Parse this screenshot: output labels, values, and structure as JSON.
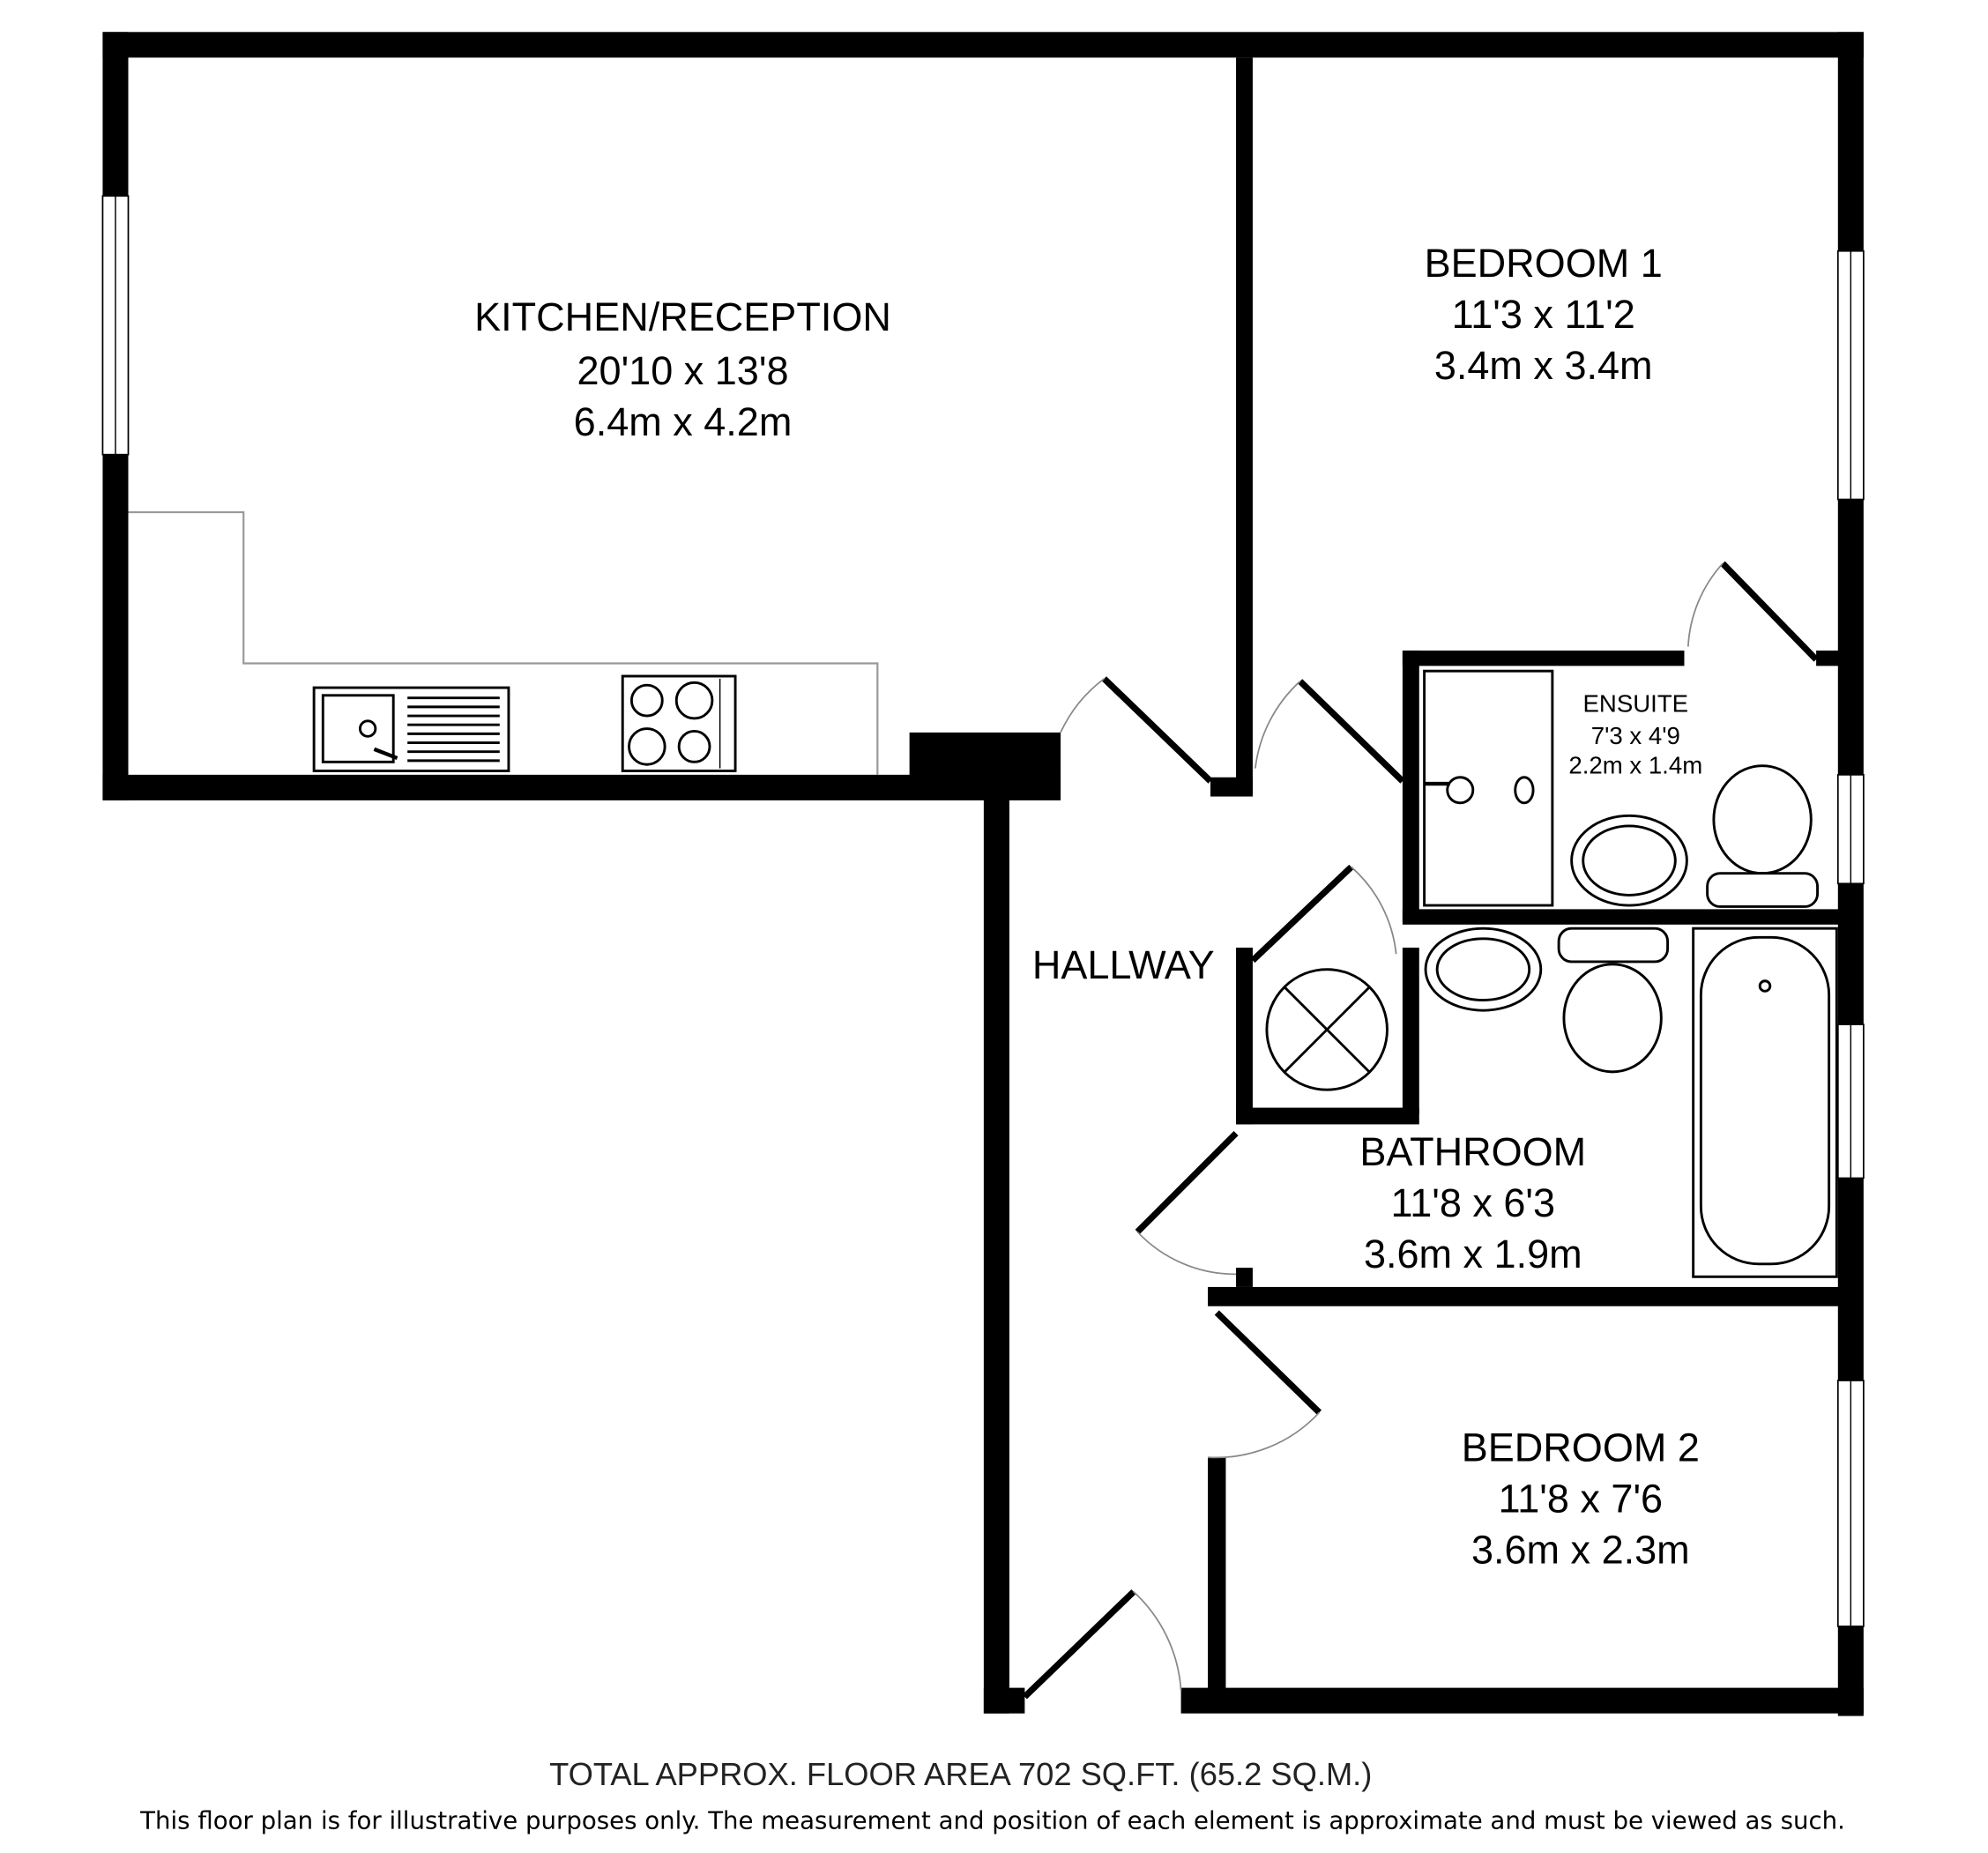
{
  "rooms": {
    "kitchen": {
      "name": "KITCHEN/RECEPTION",
      "imperial": "20'10 x 13'8",
      "metric": "6.4m x 4.2m"
    },
    "bedroom1": {
      "name": "BEDROOM 1",
      "imperial": "11'3 x 11'2",
      "metric": "3.4m x 3.4m"
    },
    "ensuite": {
      "name": "ENSUITE",
      "imperial": "7'3 x 4'9",
      "metric": "2.2m x 1.4m"
    },
    "hallway": {
      "name": "HALLWAY"
    },
    "bathroom": {
      "name": "BATHROOM",
      "imperial": "11'8 x 6'3",
      "metric": "3.6m x 1.9m"
    },
    "bedroom2": {
      "name": "BEDROOM 2",
      "imperial": "11'8 x 7'6",
      "metric": "3.6m x 2.3m"
    }
  },
  "footer": {
    "total_area": "TOTAL APPROX. FLOOR AREA 702 SQ.FT. (65.2 SQ.M.)",
    "disclaimer": "This floor plan is for illustrative purposes only. The measurement and position of each element is approximate and must be viewed as such."
  }
}
